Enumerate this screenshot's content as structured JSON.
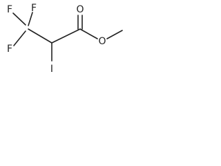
{
  "molecule": {
    "atoms": [
      {
        "id": "F1",
        "label": "F"
      },
      {
        "id": "F2",
        "label": "F"
      },
      {
        "id": "F3",
        "label": "F"
      },
      {
        "id": "I1",
        "label": "I"
      },
      {
        "id": "O1",
        "label": "O"
      },
      {
        "id": "O2",
        "label": "O"
      }
    ]
  }
}
